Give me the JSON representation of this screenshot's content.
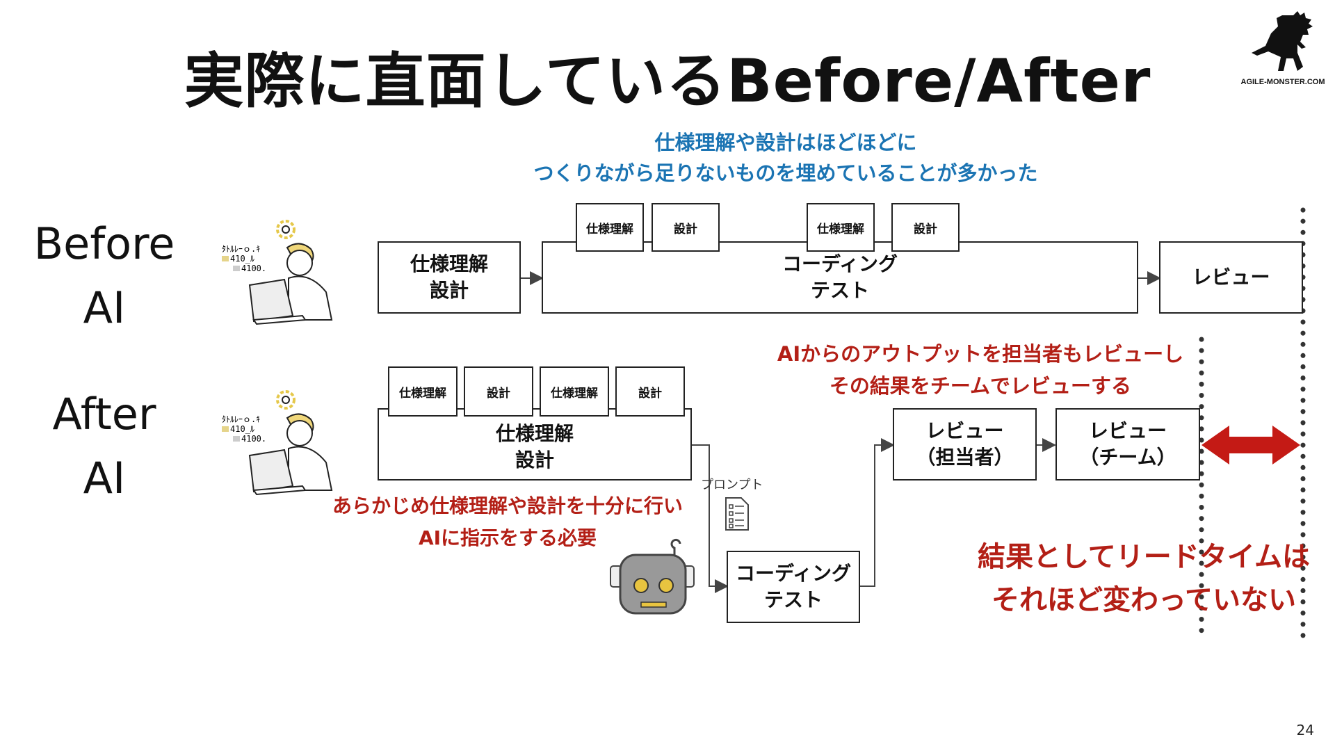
{
  "slide": {
    "title": "実際に直面しているBefore/After",
    "logo_text": "AGILE-MONSTER.COM",
    "page_number": "24",
    "logo_icon": "monster-silhouette-icon"
  },
  "before": {
    "label_line1": "Before",
    "label_line2": "AI",
    "note_line1": "仕様理解や設計はほどほどに",
    "note_line2": "つくりながら足りないものを埋めていることが多かった",
    "boxes": {
      "spec_design": "仕様理解\n設計",
      "coding_test": "コーディング\nテスト",
      "review": "レビュー",
      "sub1": "仕様理解",
      "sub2": "設計",
      "sub3": "仕様理解",
      "sub4": "設計"
    },
    "icon": "person-laptop-icon"
  },
  "after": {
    "label_line1": "After",
    "label_line2": "AI",
    "boxes": {
      "spec_design": "仕様理解\n設計",
      "sub1": "仕様理解",
      "sub2": "設計",
      "sub3": "仕様理解",
      "sub4": "設計",
      "coding_test": "コーディング\nテスト",
      "review_owner": "レビュー\n（担当者）",
      "review_team": "レビュー\n（チーム）"
    },
    "prompt_label": "プロンプト",
    "note_left_line1": "あらかじめ仕様理解や設計を十分に行い",
    "note_left_line2": "AIに指示をする必要",
    "note_right_line1": "AIからのアウトプットを担当者もレビューし",
    "note_right_line2": "その結果をチームでレビューする",
    "conclusion_line1": "結果としてリードタイムは",
    "conclusion_line2": "それほど変わっていない",
    "icons": [
      "person-laptop-icon",
      "robot-icon",
      "checklist-icon",
      "double-arrow-icon"
    ]
  },
  "colors": {
    "blue": "#1b74b3",
    "red": "#b31f16",
    "arrow_red": "#c41a15"
  }
}
